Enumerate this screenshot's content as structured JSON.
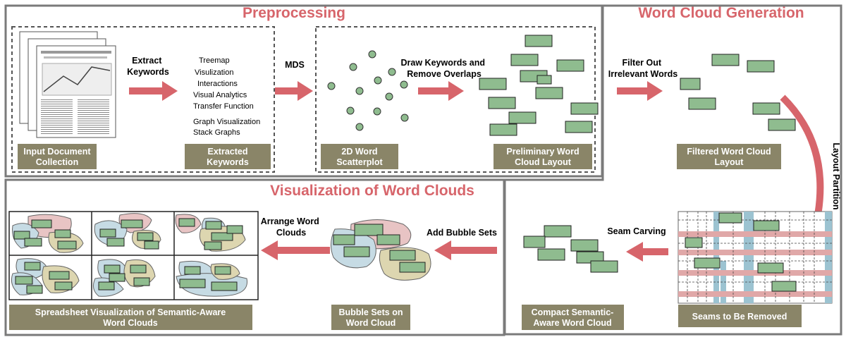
{
  "titles": {
    "preprocessing": "Preprocessing",
    "word_cloud_generation": "Word Cloud Generation",
    "visualization": "Visualization of Word Clouds"
  },
  "labels": {
    "input_doc": [
      "Input Document",
      "Collection"
    ],
    "extracted": [
      "Extracted",
      "Keywords"
    ],
    "scatter": [
      "2D Word",
      "Scatterplot"
    ],
    "prelim": [
      "Preliminary Word",
      "Cloud Layout"
    ],
    "filtered": [
      "Filtered Word Cloud",
      "Layout"
    ],
    "seams": [
      "Seams to Be Removed"
    ],
    "compact": [
      "Compact Semantic-",
      "Aware Word Cloud"
    ],
    "bubble": [
      "Bubble Sets on",
      "Word Cloud"
    ],
    "spreadsheet": [
      "Spreadsheet Visualization of Semantic-Aware",
      "Word Clouds"
    ]
  },
  "steps": {
    "extract": [
      "Extract",
      "Keywords"
    ],
    "mds": [
      "MDS"
    ],
    "draw": [
      "Draw Keywords and",
      "Remove Overlaps"
    ],
    "filter": [
      "Filter Out",
      "Irrelevant Words"
    ],
    "partition": [
      "Layout Partition"
    ],
    "seam": [
      "Seam Carving"
    ],
    "bubble": [
      "Add Bubble Sets"
    ],
    "arrange": [
      "Arrange Word",
      "Clouds"
    ]
  },
  "keywords": [
    "Treemap",
    "Visulization",
    "Interactions",
    "Visual Analytics",
    "Transfer Function",
    "Graph Visualization",
    "Stack Graphs"
  ],
  "colors": {
    "accent": "#d7656b",
    "label_box": "#8a8568",
    "word_rect": "#8fbc8f",
    "bubble_red": "#e8c4c4",
    "bubble_blue": "#c6dbe4",
    "bubble_tan": "#ddd6b0"
  }
}
